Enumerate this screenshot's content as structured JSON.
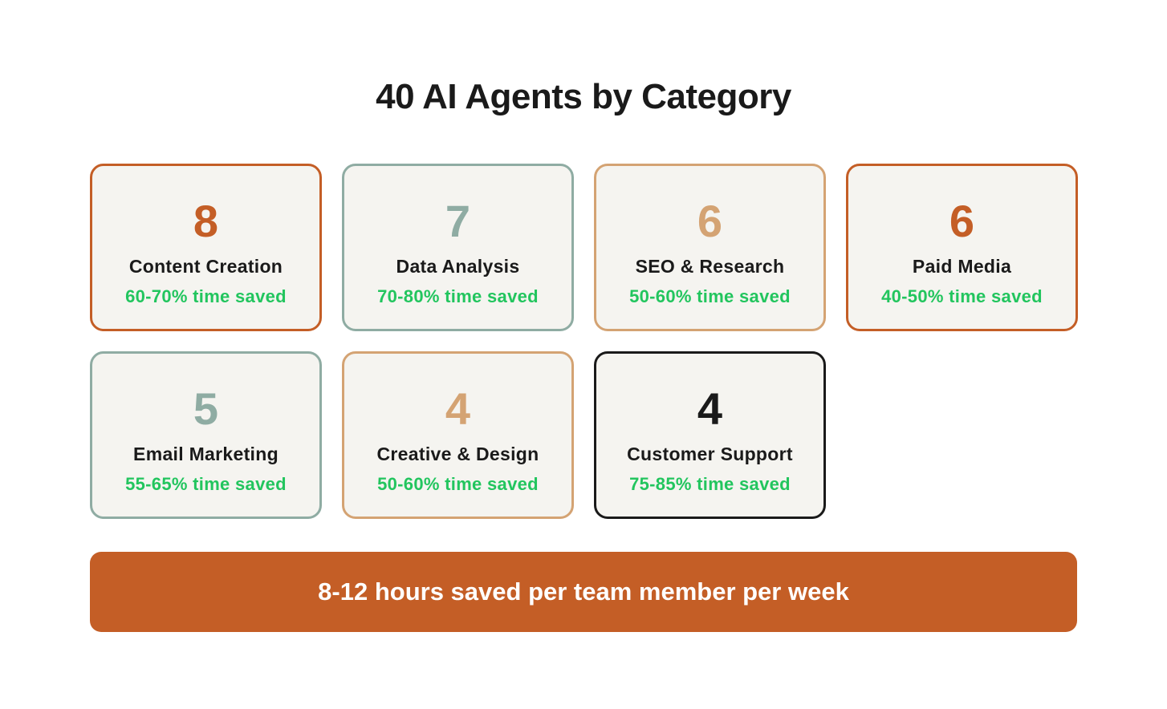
{
  "title": "40 AI Agents by Category",
  "categories": [
    {
      "count": "8",
      "name": "Content Creation",
      "saved": "60-70% time saved",
      "color": "#C45E26"
    },
    {
      "count": "7",
      "name": "Data Analysis",
      "saved": "70-80% time saved",
      "color": "#8FACA3"
    },
    {
      "count": "6",
      "name": "SEO & Research",
      "saved": "50-60% time saved",
      "color": "#D4A373"
    },
    {
      "count": "6",
      "name": "Paid Media",
      "saved": "40-50% time saved",
      "color": "#C45E26"
    },
    {
      "count": "5",
      "name": "Email Marketing",
      "saved": "55-65% time saved",
      "color": "#8FACA3"
    },
    {
      "count": "4",
      "name": "Creative & Design",
      "saved": "50-60% time saved",
      "color": "#D4A373"
    },
    {
      "count": "4",
      "name": "Customer Support",
      "saved": "75-85% time saved",
      "color": "#1a1a1a"
    }
  ],
  "banner": "8-12 hours saved per team member per week"
}
